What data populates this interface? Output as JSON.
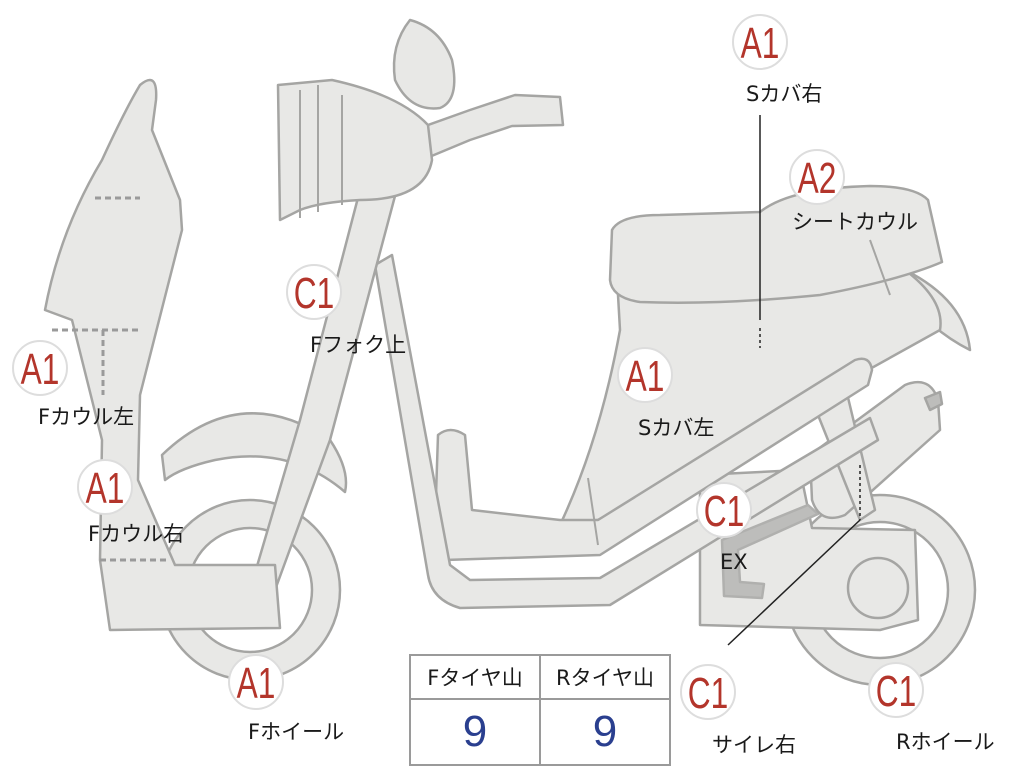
{
  "parts": [
    {
      "id": "s-cover-right",
      "grade": "A1",
      "name": "Sカバ右"
    },
    {
      "id": "seat-cowl",
      "grade": "A2",
      "name": "シートカウル"
    },
    {
      "id": "f-fork-upper",
      "grade": "C1",
      "name": "Fフォク上"
    },
    {
      "id": "f-cowl-left",
      "grade": "A1",
      "name": "Fカウル左"
    },
    {
      "id": "s-cover-left",
      "grade": "A1",
      "name": "Sカバ左"
    },
    {
      "id": "f-cowl-right",
      "grade": "A1",
      "name": "Fカウル右"
    },
    {
      "id": "exhaust",
      "grade": "C1",
      "name": "EX"
    },
    {
      "id": "f-wheel",
      "grade": "A1",
      "name": "Fホイール"
    },
    {
      "id": "muffler-right",
      "grade": "C1",
      "name": "サイレ右"
    },
    {
      "id": "r-wheel",
      "grade": "C1",
      "name": "Rホイール"
    }
  ],
  "tread": {
    "front_label": "Fタイヤ山",
    "front_value": "9",
    "rear_label": "Rタイヤ山",
    "rear_value": "9"
  },
  "colors": {
    "part_fill": "#e8e8e6",
    "part_stroke": "#9d9d9b",
    "grade_text": "#b3352b",
    "tread_value": "#2a3f8f"
  }
}
